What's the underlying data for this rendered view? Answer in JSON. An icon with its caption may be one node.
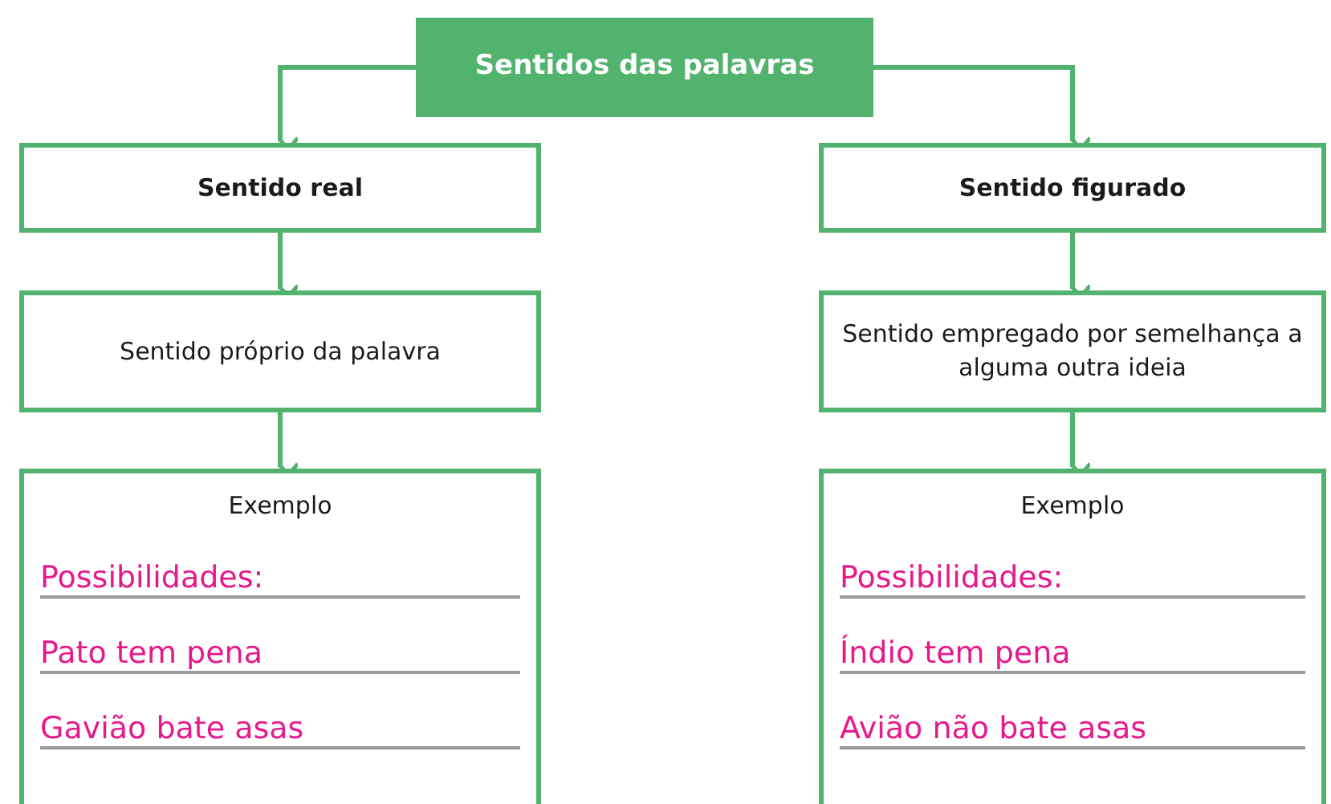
{
  "diagram": {
    "nodes": [
      {
        "text": [
          "Sentidos das palavras"
        ]
      },
      {
        "text": [
          "Sentido real"
        ]
      },
      {
        "text": [
          "Sentido figurado"
        ]
      },
      {
        "text": [
          "Sentido próprio da palavra"
        ]
      },
      {
        "text": [
          "Sentido empregado por semelhança a alguma outra ideia"
        ]
      },
      {
        "text": [
          "Exemplo",
          "Possibilidades:",
          "Pato tem pena",
          "Gavião bate asas"
        ]
      },
      {
        "text": [
          "Exemplo",
          "Possibilidades:",
          "Índio tem pena",
          "Avião não bate asas"
        ]
      }
    ],
    "edges": [
      {
        "from": 0,
        "to": 1,
        "arrow": "to"
      },
      {
        "from": 0,
        "to": 2,
        "arrow": "to"
      },
      {
        "from": 1,
        "to": 3,
        "arrow": "to"
      },
      {
        "from": 2,
        "to": 4,
        "arrow": "to"
      },
      {
        "from": 3,
        "to": 5,
        "arrow": "to"
      },
      {
        "from": 4,
        "to": 6,
        "arrow": "to"
      }
    ]
  }
}
